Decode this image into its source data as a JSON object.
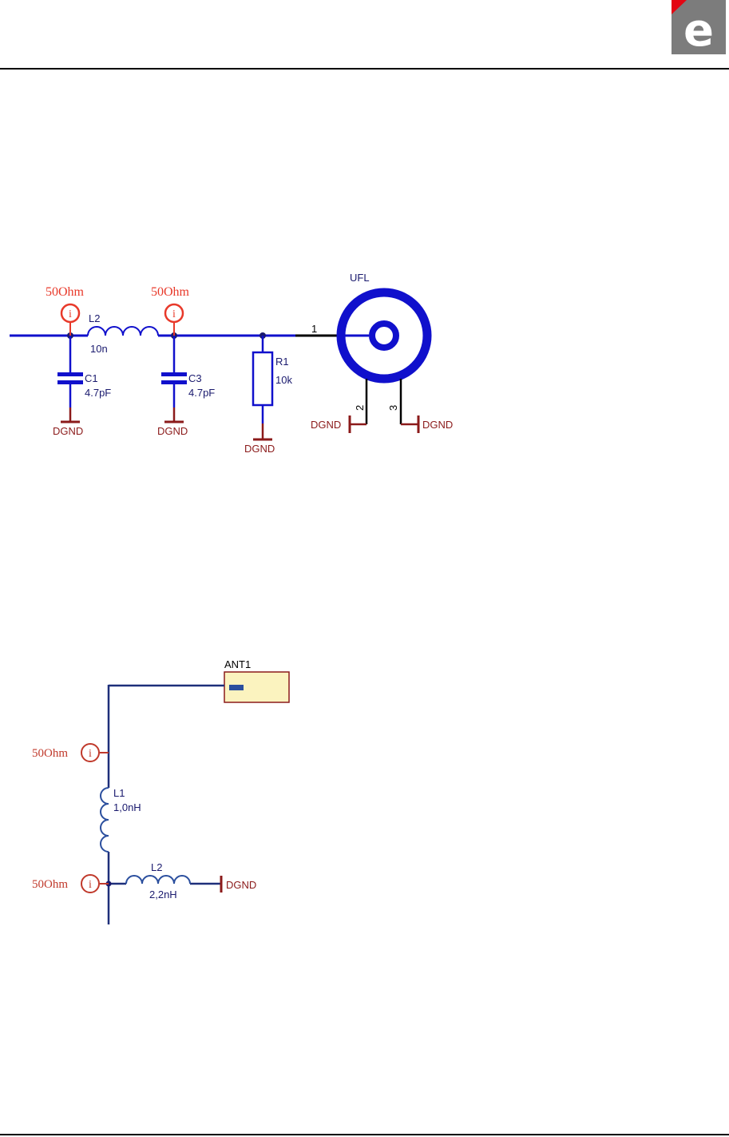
{
  "logo": {
    "letter": "e",
    "bg": "#7c7c7c",
    "accent": "#e30613"
  },
  "colors": {
    "blue": "#1010cc",
    "darkblue": "#1a1a6e",
    "red": "#e8392a",
    "darkred": "#8b1a1a",
    "black": "#000000",
    "antfill": "#fbf3bf",
    "antstroke": "#8b1a1a",
    "antpin": "#2b4f9e",
    "wire2": "#1e2f7a"
  },
  "diagram1": {
    "probes": [
      "50Ohm",
      "50Ohm"
    ],
    "probe_symbol": "i",
    "inductor": {
      "ref": "L2",
      "value": "10n"
    },
    "caps": [
      {
        "ref": "C1",
        "value": "4.7pF"
      },
      {
        "ref": "C3",
        "value": "4.7pF"
      }
    ],
    "resistor": {
      "ref": "R1",
      "value": "10k"
    },
    "connector": {
      "ref": "UFL",
      "pins": [
        "1",
        "2",
        "3"
      ]
    },
    "grounds": [
      "DGND",
      "DGND",
      "DGND",
      "DGND",
      "DGND"
    ]
  },
  "diagram2": {
    "antenna": {
      "ref": "ANT1"
    },
    "probes": [
      "50Ohm",
      "50Ohm"
    ],
    "probe_symbol": "i",
    "inductors": [
      {
        "ref": "L1",
        "value": "1,0nH"
      },
      {
        "ref": "L2",
        "value": "2,2nH"
      }
    ],
    "ground": "DGND"
  }
}
